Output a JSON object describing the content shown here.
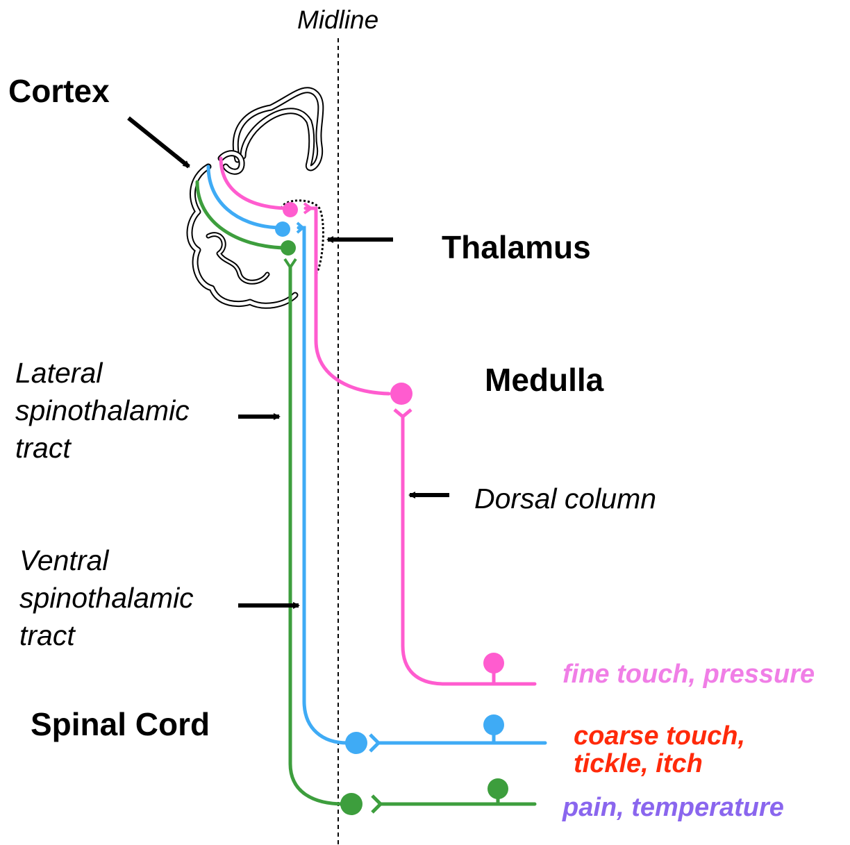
{
  "labels": {
    "midline": "Midline",
    "cortex": "Cortex",
    "thalamus": "Thalamus",
    "medulla": "Medulla",
    "spinal_cord": "Spinal Cord",
    "lateral_tract": [
      "Lateral",
      "spinothalamic",
      "tract"
    ],
    "ventral_tract": [
      "Ventral",
      "spinothalamic",
      "tract"
    ],
    "dorsal_column": "Dorsal column"
  },
  "pathways": [
    {
      "id": "dorsal-column",
      "label": "fine touch, pressure",
      "color": "#ff5ccf",
      "label_color": "#f07ee6"
    },
    {
      "id": "ventral-spinothalamic",
      "label_lines": [
        "coarse touch,",
        "tickle, itch"
      ],
      "color": "#3fabf5",
      "label_color": "#ff2a0a"
    },
    {
      "id": "lateral-spinothalamic",
      "label": "pain, temperature",
      "color": "#3d9e3d",
      "label_color": "#8a66ee"
    }
  ]
}
